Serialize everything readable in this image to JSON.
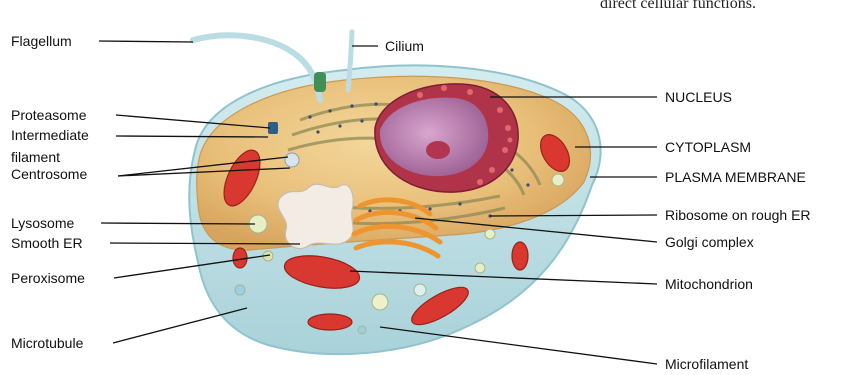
{
  "caption": "direct cellular functions.",
  "labels": {
    "flagellum": "Flagellum",
    "cilium": "Cilium",
    "proteasome": "Proteasome",
    "intermediate_filament_line1": "Intermediate",
    "intermediate_filament_line2": "filament",
    "centrosome": "Centrosome",
    "lysosome": "Lysosome",
    "smooth_er": "Smooth ER",
    "peroxisome": "Peroxisome",
    "microtubule": "Microtubule",
    "nucleus": "NUCLEUS",
    "cytoplasm": "CYTOPLASM",
    "plasma_membrane": "PLASMA MEMBRANE",
    "ribosome_rough_er": "Ribosome on rough ER",
    "golgi_complex": "Golgi complex",
    "mitochondrion": "Mitochondrion",
    "microfilament": "Microfilament"
  },
  "colors": {
    "cytoplasm": "#e9c07a",
    "membrane": "#c4e3e8",
    "nucleus_envelope": "#b1334a",
    "nucleoplasm": "#c58fc0",
    "mitochondria": "#d8382f",
    "golgi": "#ef9530",
    "smooth_er": "#f2ece4",
    "leader_line": "#111111"
  }
}
